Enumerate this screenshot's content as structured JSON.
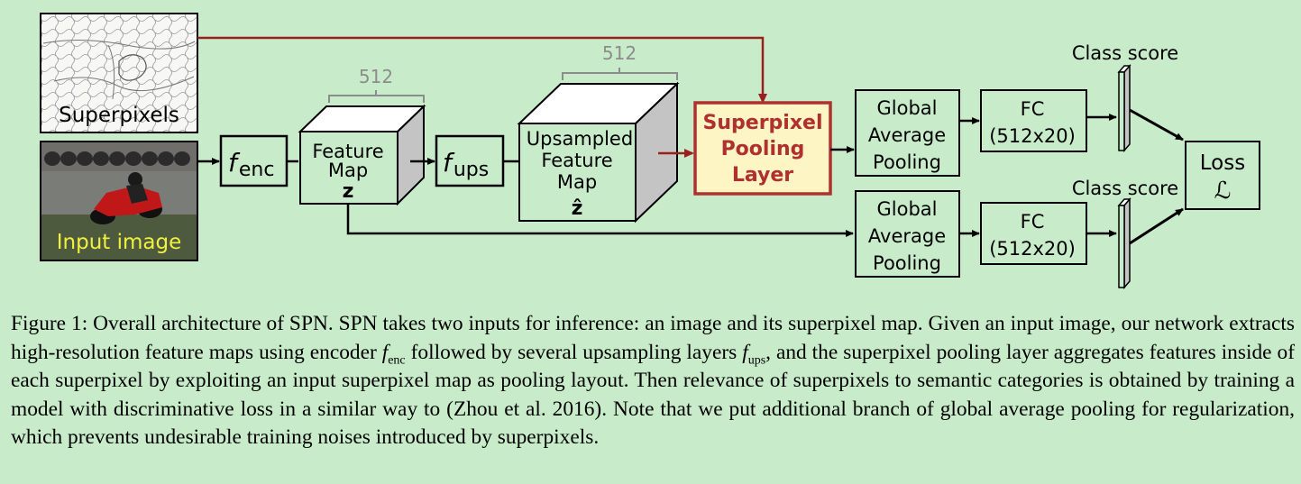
{
  "colors": {
    "background": "#c8ecca",
    "highlight_border": "#b03030",
    "highlight_fill": "#fdf5c4",
    "highlight_text": "#b03030",
    "arrow": "#000000",
    "highlight_arrow": "#9a2020",
    "dimension_bracket": "#8c8c8c",
    "input_label": "#f0f040"
  },
  "inputs": {
    "superpixels_label": "Superpixels",
    "image_label": "Input image"
  },
  "encoder": {
    "f": "f",
    "sub": "enc"
  },
  "feature_map": {
    "line1": "Feature",
    "line2": "Map",
    "symbol": "z",
    "dim": "512"
  },
  "upsampler": {
    "f": "f",
    "sub": "ups"
  },
  "upsampled": {
    "line1": "Upsampled",
    "line2": "Feature",
    "line3": "Map",
    "symbol": "ẑ",
    "dim": "512"
  },
  "pooling_layer": {
    "line1": "Superpixel",
    "line2": "Pooling",
    "line3": "Layer"
  },
  "gap_top": {
    "line1": "Global",
    "line2": "Average",
    "line3": "Pooling"
  },
  "gap_bottom": {
    "line1": "Global",
    "line2": "Average",
    "line3": "Pooling"
  },
  "fc_top": {
    "line1": "FC",
    "line2": "(512x20)"
  },
  "fc_bottom": {
    "line1": "FC",
    "line2": "(512x20)"
  },
  "score_top": "Class score",
  "score_bottom": "Class score",
  "loss": {
    "line1": "Loss",
    "symbol": "ℒ"
  },
  "caption": {
    "p1": "Figure 1: Overall architecture of SPN. SPN takes two inputs for inference: an image and its superpixel map. Given an input image, our network extracts high-resolution feature maps using encoder ",
    "f1": "f",
    "f1sub": "enc",
    "p2": " followed by several upsampling layers ",
    "f2": "f",
    "f2sub": "ups",
    "p3": ", and the superpixel pooling layer aggregates features inside of each superpixel by exploiting an input superpixel map as pooling layout. Then relevance of superpixels to semantic categories is obtained by training a model with discriminative loss in a similar way to (Zhou et al. 2016). Note that we put additional branch of global average pooling for regularization, which prevents undesirable training noises introduced by superpixels."
  }
}
